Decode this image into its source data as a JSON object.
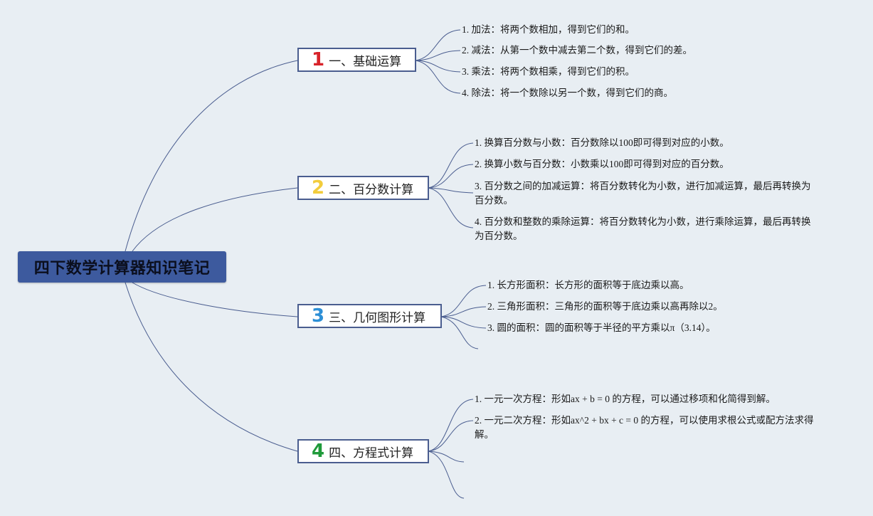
{
  "title": "四下数学计算器知识笔记",
  "colors": {
    "background": "#e8eef3",
    "root_fill": "#3d5a9e",
    "line": "#4a5d8f",
    "num1": "#d8232a",
    "num2": "#f2cc3c",
    "num3": "#2d8fd6",
    "num4": "#1f9a3a"
  },
  "branches": [
    {
      "number": "1",
      "label": "一、基础运算",
      "leaves": [
        "1. 加法：将两个数相加，得到它们的和。",
        "2. 减法：从第一个数中减去第二个数，得到它们的差。",
        "3. 乘法：将两个数相乘，得到它们的积。",
        "4. 除法：将一个数除以另一个数，得到它们的商。"
      ]
    },
    {
      "number": "2",
      "label": "二、百分数计算",
      "leaves": [
        "1. 换算百分数与小数：百分数除以100即可得到对应的小数。",
        "2. 换算小数与百分数：小数乘以100即可得到对应的百分数。",
        [
          "3. 百分数之间的加减运算：将百分数转化为小数，进行加减运算，最后再转换为",
          "百分数。"
        ],
        [
          "4. 百分数和整数的乘除运算：将百分数转化为小数，进行乘除运算，最后再转换",
          "为百分数。"
        ]
      ]
    },
    {
      "number": "3",
      "label": "三、几何图形计算",
      "leaves": [
        "1. 长方形面积：长方形的面积等于底边乘以高。",
        "2. 三角形面积：三角形的面积等于底边乘以高再除以2。",
        "3. 圆的面积：圆的面积等于半径的平方乘以π（3.14）。"
      ]
    },
    {
      "number": "4",
      "label": "四、方程式计算",
      "leaves": [
        "1. 一元一次方程：形如ax + b = 0 的方程，可以通过移项和化简得到解。",
        [
          "2. 一元二次方程：形如ax^2 + bx + c = 0 的方程，可以使用求根公式或配方法求得",
          "解。"
        ]
      ]
    }
  ]
}
